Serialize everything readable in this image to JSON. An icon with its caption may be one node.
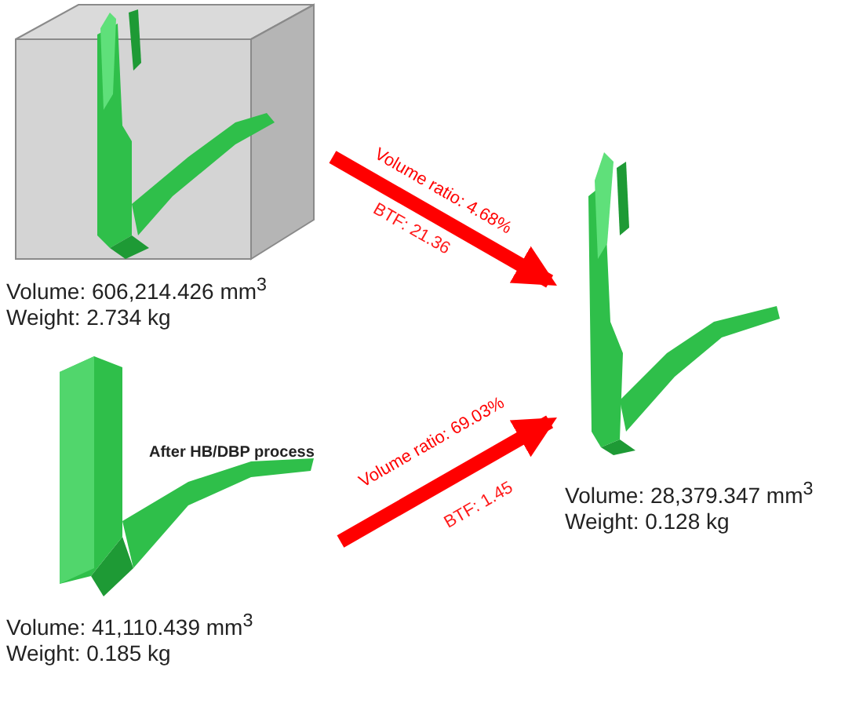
{
  "diagram": {
    "nodes": [
      {
        "text": [],
        "shape": "picture",
        "beside": [
          "Volume: 606,214.426  mm$^{3}$",
          "Weight: 2.734 kg"
        ]
      },
      {
        "text": [
          "After HB/DBP process"
        ],
        "beside": [
          "Volume: 41,110.439  mm$^{3}$",
          "Weight: 0.185 kg"
        ]
      },
      {
        "text": [],
        "shape": "picture",
        "beside": [
          "Volume: 28,379.347  mm$^{3}$",
          "Weight: 0.128 kg"
        ]
      }
    ],
    "edges": [
      {
        "from": 0,
        "to": 2,
        "arrow": "to",
        "label": "Volume ratio: 4.68%",
        "color": "#ff0000"
      },
      {
        "from": 1,
        "to": 2,
        "arrow": "to",
        "label": "Volume ratio: 69.03%",
        "color": "#ff0000"
      }
    ],
    "labels": [
      "BTF: 21.36",
      "BTF: 1.45"
    ]
  }
}
